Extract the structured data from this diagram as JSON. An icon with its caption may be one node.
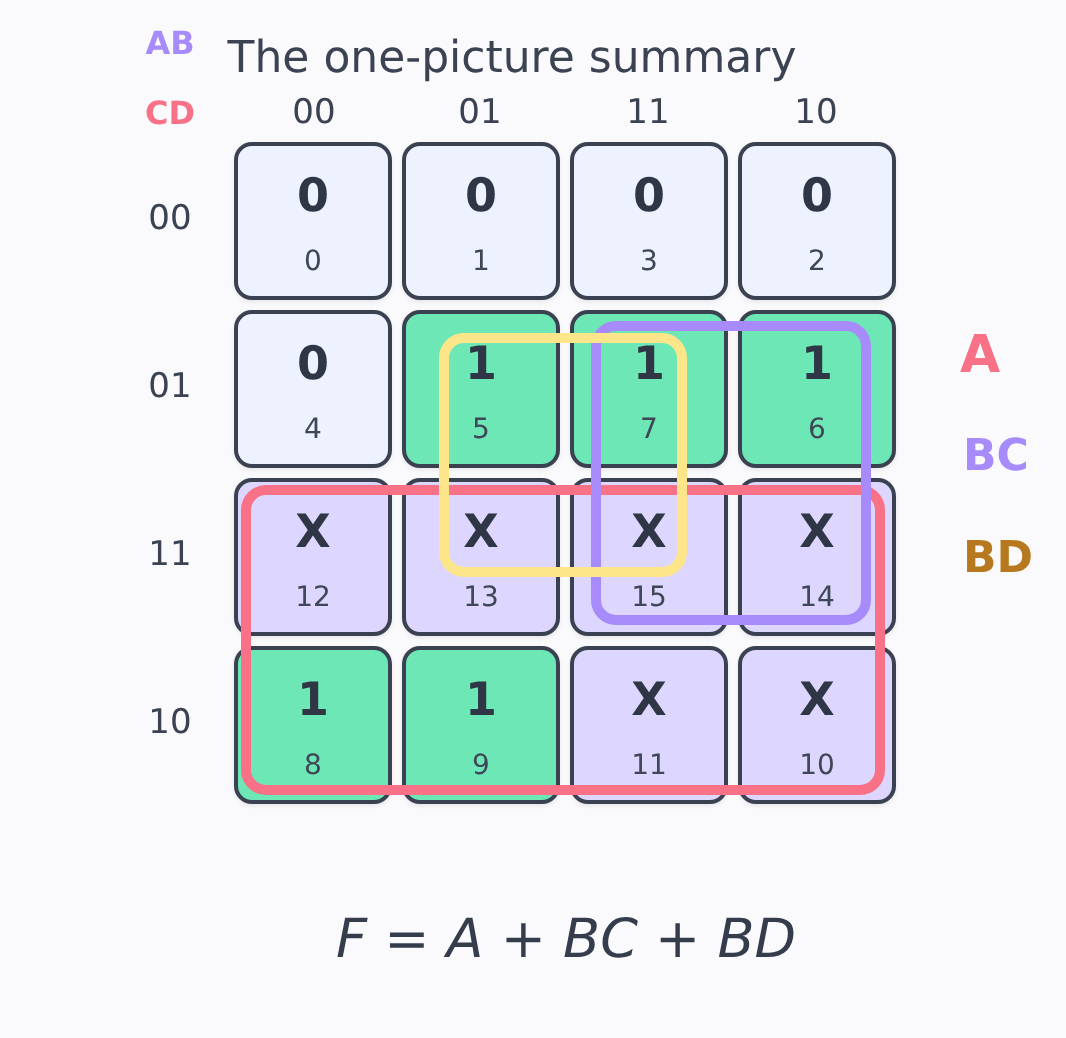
{
  "diagram": {
    "title": "The one-picture summary",
    "caption": "F = A + BC + BD",
    "nodes": [
      {
        "text": [
          "0",
          "0"
        ]
      },
      {
        "text": [
          "0",
          "1"
        ]
      },
      {
        "text": [
          "0",
          "3"
        ]
      },
      {
        "text": [
          "0",
          "2"
        ]
      },
      {
        "text": [
          "0",
          "4"
        ]
      },
      {
        "text": [
          "1",
          "5"
        ]
      },
      {
        "text": [
          "1",
          "7"
        ]
      },
      {
        "text": [
          "1",
          "6"
        ]
      },
      {
        "text": [
          "X",
          "12"
        ]
      },
      {
        "text": [
          "X",
          "13"
        ]
      },
      {
        "text": [
          "X",
          "15"
        ]
      },
      {
        "text": [
          "X",
          "14"
        ]
      },
      {
        "text": [
          "1",
          "8"
        ]
      },
      {
        "text": [
          "1",
          "9"
        ]
      },
      {
        "text": [
          "X",
          "11"
        ]
      },
      {
        "text": [
          "X",
          "10"
        ]
      }
    ],
    "labels": [
      "AB",
      "CD",
      "00",
      "01",
      "11",
      "10",
      "00",
      "01",
      "11",
      "10",
      "A",
      "BC",
      "BD"
    ]
  }
}
